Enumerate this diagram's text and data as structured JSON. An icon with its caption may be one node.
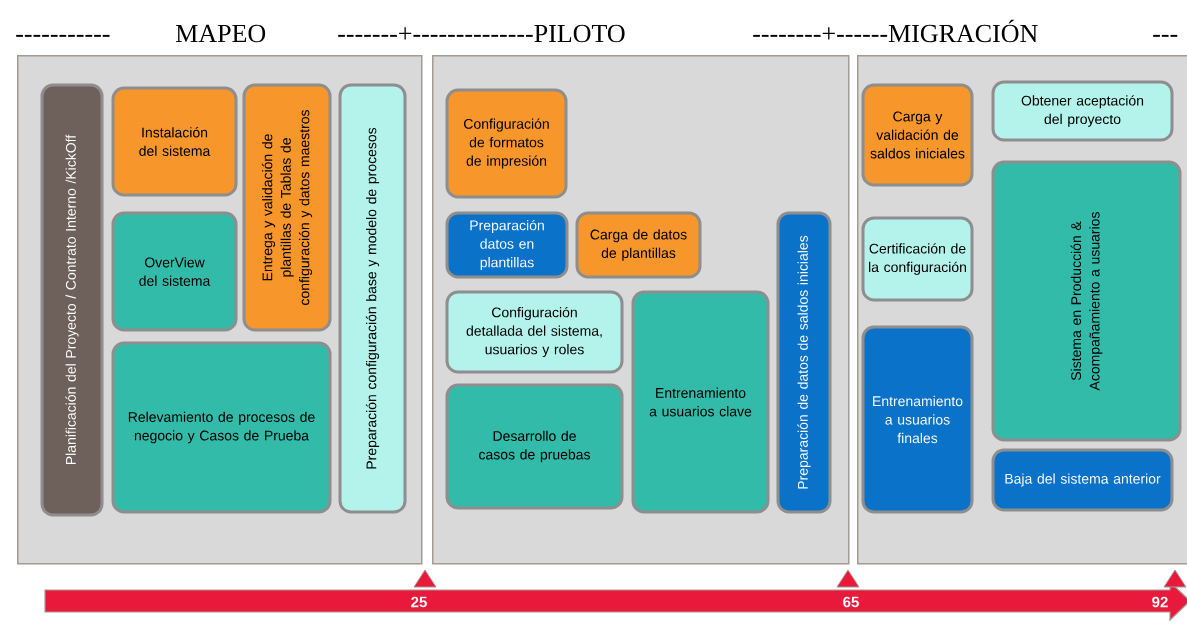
{
  "diagram": {
    "nodes": [
      {
        "text": [],
        "shape": "box"
      },
      {
        "text": [
          "Planificación del Proyecto / Contrato Interno /KickOff"
        ],
        "in": 0
      },
      {
        "text": [
          "Instalación del sistema"
        ],
        "in": 0
      },
      {
        "text": [
          "OverView del sistema"
        ],
        "in": 0
      },
      {
        "text": [
          "Entrega y validación de plantillas de Tablas de configuración y datos maestros"
        ],
        "in": 0
      },
      {
        "text": [
          "Relevamiento de procesos de negocio y Casos de Prueba"
        ],
        "in": 0
      },
      {
        "text": [
          "Preparación configuración base y modelo de procesos"
        ],
        "in": 0
      },
      {
        "text": [],
        "shape": "box"
      },
      {
        "text": [
          "Configuración de formatos de impresión"
        ],
        "in": 7
      },
      {
        "text": [
          "Preparación datos en plantillas"
        ],
        "in": 7
      },
      {
        "text": [
          "Carga de  datos de plantillas"
        ],
        "in": 7
      },
      {
        "text": [
          "Configuración detallada del sistema, usuarios y roles"
        ],
        "in": 7
      },
      {
        "text": [
          "Entrenamiento a usuarios clave"
        ],
        "in": 7
      },
      {
        "text": [
          "Desarrollo de casos de pruebas"
        ],
        "in": 7
      },
      {
        "text": [
          "Preparación de datos de saldos iniciales"
        ],
        "in": 7
      },
      {
        "text": [],
        "shape": "box"
      },
      {
        "text": [
          "Carga y validación de saldos iniciales"
        ],
        "in": 15
      },
      {
        "text": [
          "Obtener aceptación del proyecto"
        ],
        "in": 15
      },
      {
        "text": [
          "Certificación de la configuración"
        ],
        "in": 15
      },
      {
        "text": [
          "Sistema en Producción & Acompañamiento a usuarios"
        ],
        "in": 15
      },
      {
        "text": [
          "Entrenamiento a usuarios finales"
        ],
        "in": 15
      },
      {
        "text": [
          "Baja del sistema anterior"
        ],
        "in": 15
      }
    ],
    "labels": [
      "-----------",
      "MAPEO",
      "-------+--------------PILOTO",
      "--------+------MIGRACIÓN",
      "---",
      "25",
      "65",
      "92"
    ]
  }
}
